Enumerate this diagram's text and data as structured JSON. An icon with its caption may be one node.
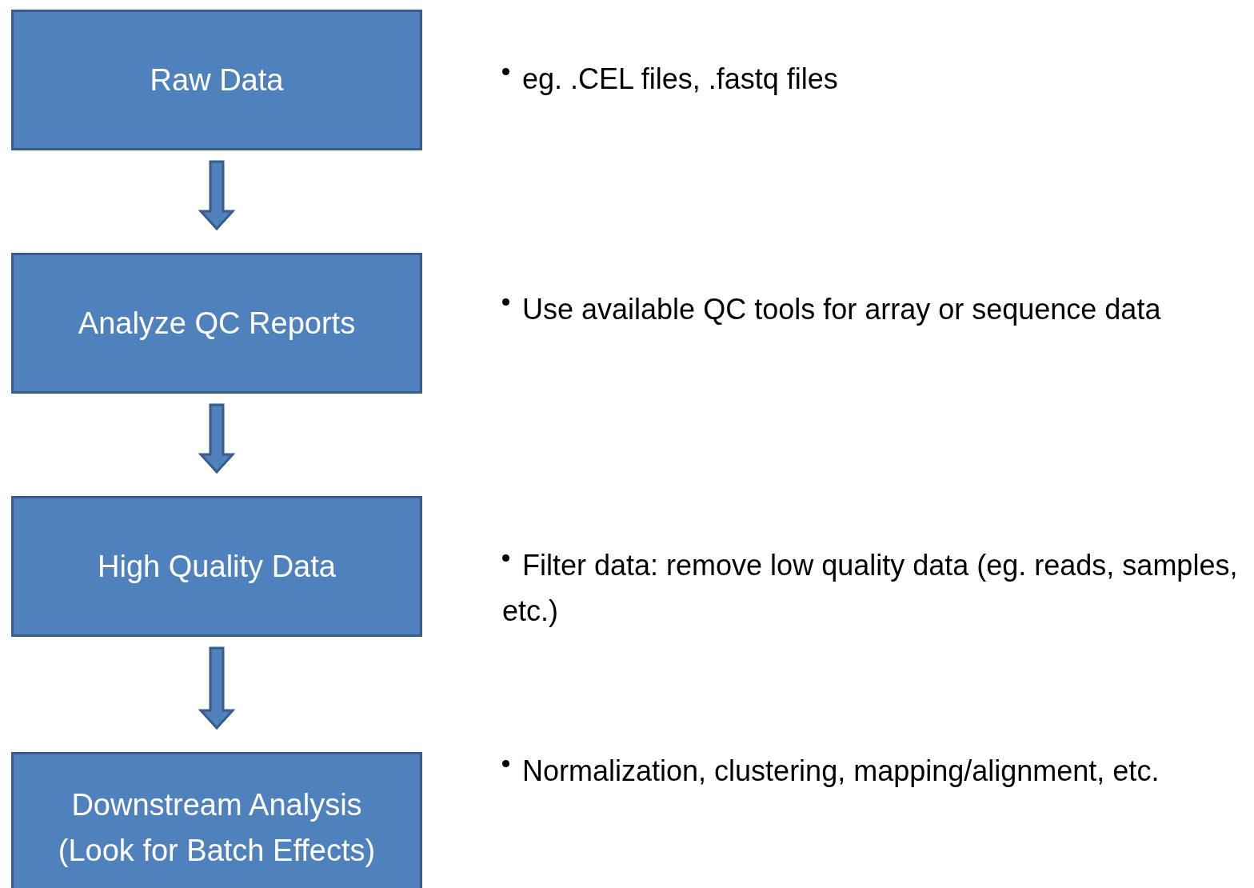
{
  "diagram": {
    "nodes": [
      {
        "text": [
          "Raw Data"
        ],
        "beside": [
          "eg. .CEL files, .fastq files"
        ]
      },
      {
        "text": [
          "Analyze QC Reports"
        ],
        "beside": [
          "Use available QC tools for array or sequence data"
        ]
      },
      {
        "text": [
          "High Quality Data"
        ],
        "beside": [
          "Filter data: remove low quality data (eg. reads, samples, etc.)"
        ]
      },
      {
        "text": [
          "Downstream Analysis (Look for Batch Effects)"
        ],
        "beside": [
          "Normalization, clustering, mapping/alignment, etc."
        ]
      }
    ],
    "edges": [
      {
        "from": 0,
        "to": 1,
        "arrow": "to"
      },
      {
        "from": 1,
        "to": 2,
        "arrow": "to"
      },
      {
        "from": 2,
        "to": 3,
        "arrow": "to"
      }
    ]
  }
}
